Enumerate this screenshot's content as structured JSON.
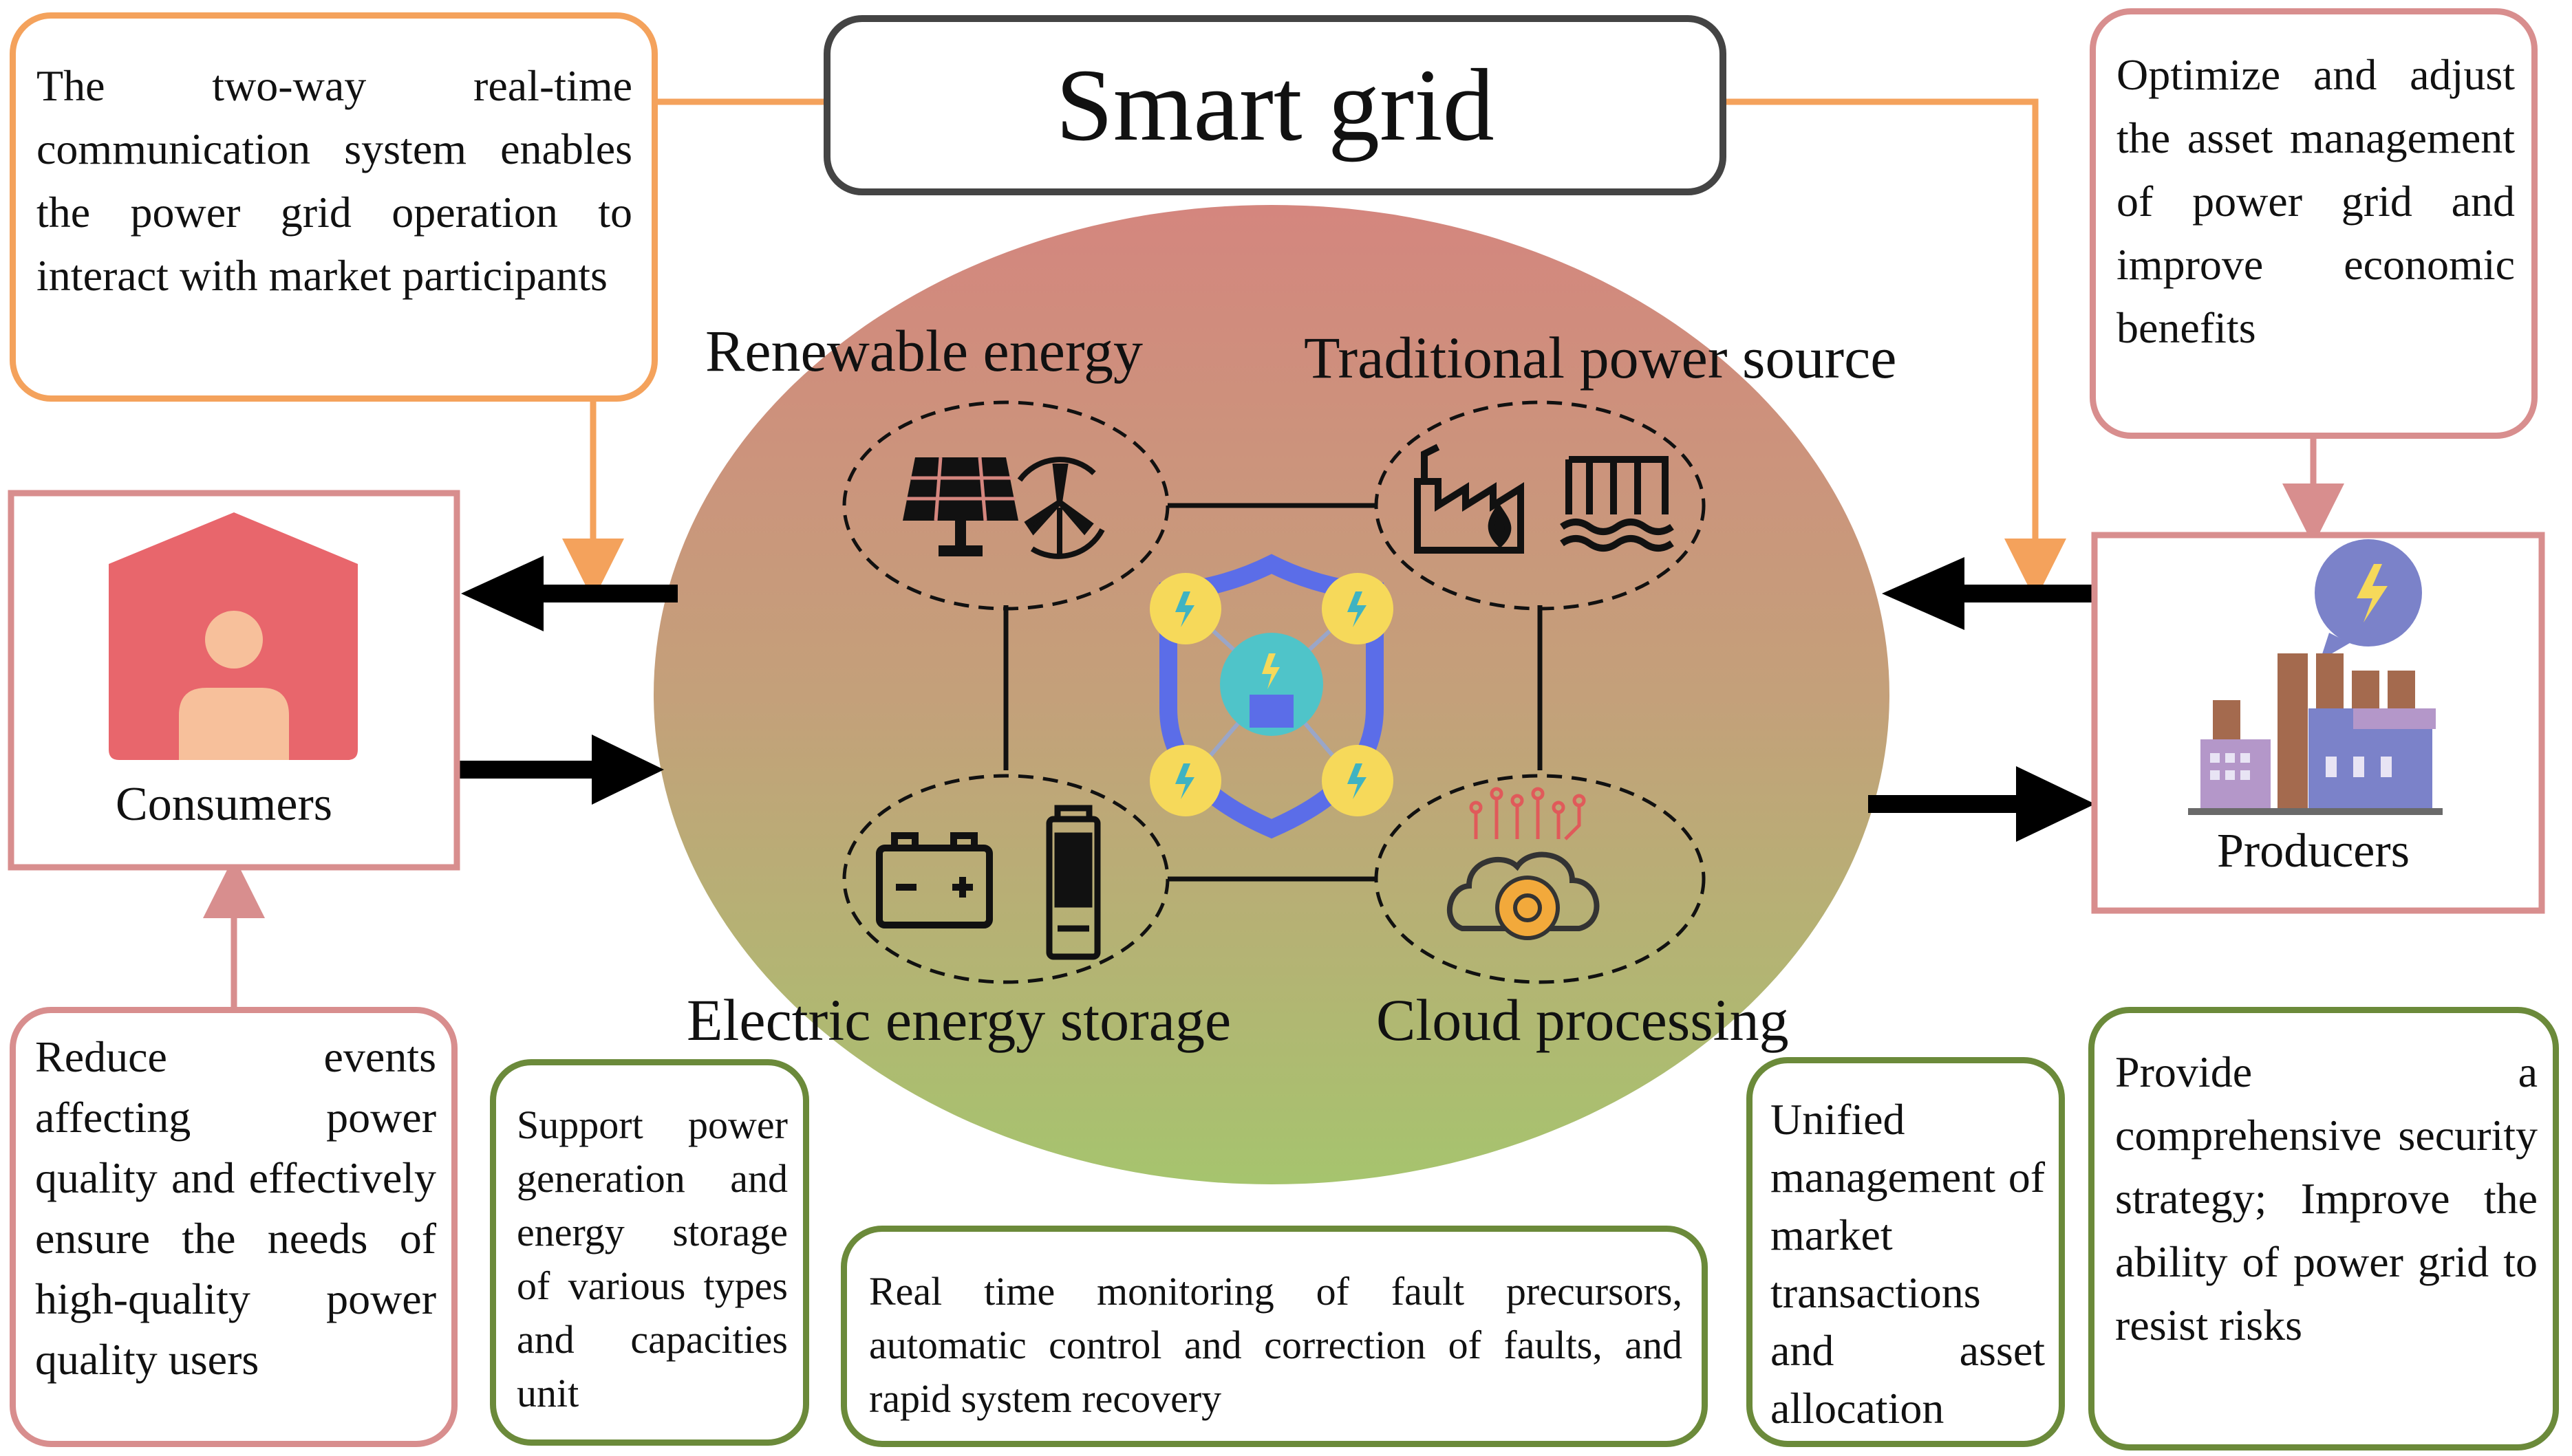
{
  "title": "Smart grid",
  "center": {
    "renewable": "Renewable energy",
    "traditional": "Traditional power source",
    "storage": "Electric energy storage",
    "cloud": "Cloud processing"
  },
  "consumers": {
    "label": "Consumers"
  },
  "producers": {
    "label": "Producers"
  },
  "notes": {
    "communication": "The two-way real-time communication system enables the power grid operation to interact with market participants",
    "asset": "Optimize and adjust the asset management of power grid and improve economic benefits",
    "quality": "Reduce events affecting power quality and effectively ensure the needs of high-quality power quality users",
    "support": "Support power generation and energy storage of various types and capacities unit",
    "monitoring": "Real time monitoring of fault precursors, automatic control and correction of faults, and rapid system recovery",
    "unified": "Unified management of market transactions and asset allocation",
    "security": "Provide a comprehensive security strategy; Improve the ability of power grid to resist risks"
  },
  "colors": {
    "ellipse_top": "#d4867e",
    "ellipse_bottom": "#a6c46e",
    "orange_border": "#f4a25c",
    "pink_border": "#d88e8e",
    "green_border": "#6b8a3a",
    "house_red": "#e8666c",
    "person_skin": "#f7c09b",
    "shield_blue": "#5b6de8",
    "bolt_yellow": "#f6d95a"
  },
  "icons": [
    "solar-panel-icon",
    "wind-turbine-icon",
    "factory-icon",
    "hydro-dam-icon",
    "battery-icon",
    "battery-level-icon",
    "cloud-brain-gear-icon",
    "shield-grid-icon",
    "house-user-icon",
    "factory-producer-icon"
  ]
}
